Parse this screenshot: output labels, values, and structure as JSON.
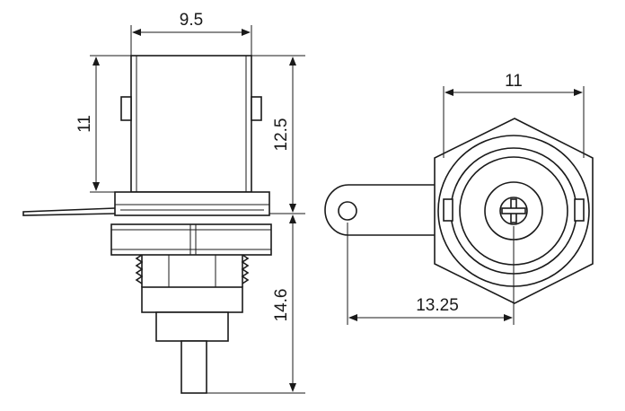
{
  "dimensions": {
    "body_width": "9.5",
    "body_height_left": "11",
    "upper_height": "12.5",
    "lower_height": "14.6",
    "flange_width": "11",
    "tab_offset": "13.25"
  },
  "colors": {
    "line": "#1a1a1a",
    "background": "#ffffff"
  }
}
